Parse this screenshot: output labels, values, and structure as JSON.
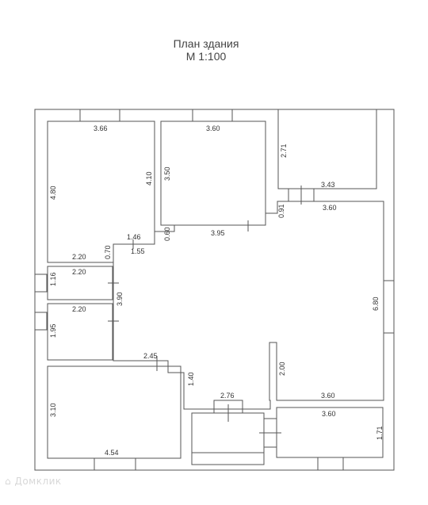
{
  "header": {
    "title": "План здания",
    "scale": "М 1:100"
  },
  "dimensions": {
    "room1_width": "3.66",
    "room1_height": "4.80",
    "room1_inner_height": "4.10",
    "room1_bottom": "2.20",
    "room1_step": "0.70",
    "corridor_top": "1.46",
    "corridor_inner": "1.55",
    "room2_width": "3.60",
    "room2_height": "3.50",
    "room2_bottom": "3.95",
    "room2_step": "0.60",
    "room3_height": "2.71",
    "room3_width": "3.43",
    "hall_top": "3.60",
    "hall_step": "0.91",
    "hall_height": "6.80",
    "hall_bottom": "3.60",
    "hall_lower_height": "2.00",
    "bath1_width": "2.20",
    "bath1_height": "1.16",
    "bath2_width": "2.20",
    "bath2_height": "1.95",
    "corridor_height": "3.90",
    "passage_width": "2.45",
    "passage_height": "1.40",
    "room4_height": "3.10",
    "room4_width": "4.54",
    "vestibule_width": "2.76",
    "room5_width": "3.60",
    "room5_height": "1.71"
  },
  "watermark": "Домклик"
}
